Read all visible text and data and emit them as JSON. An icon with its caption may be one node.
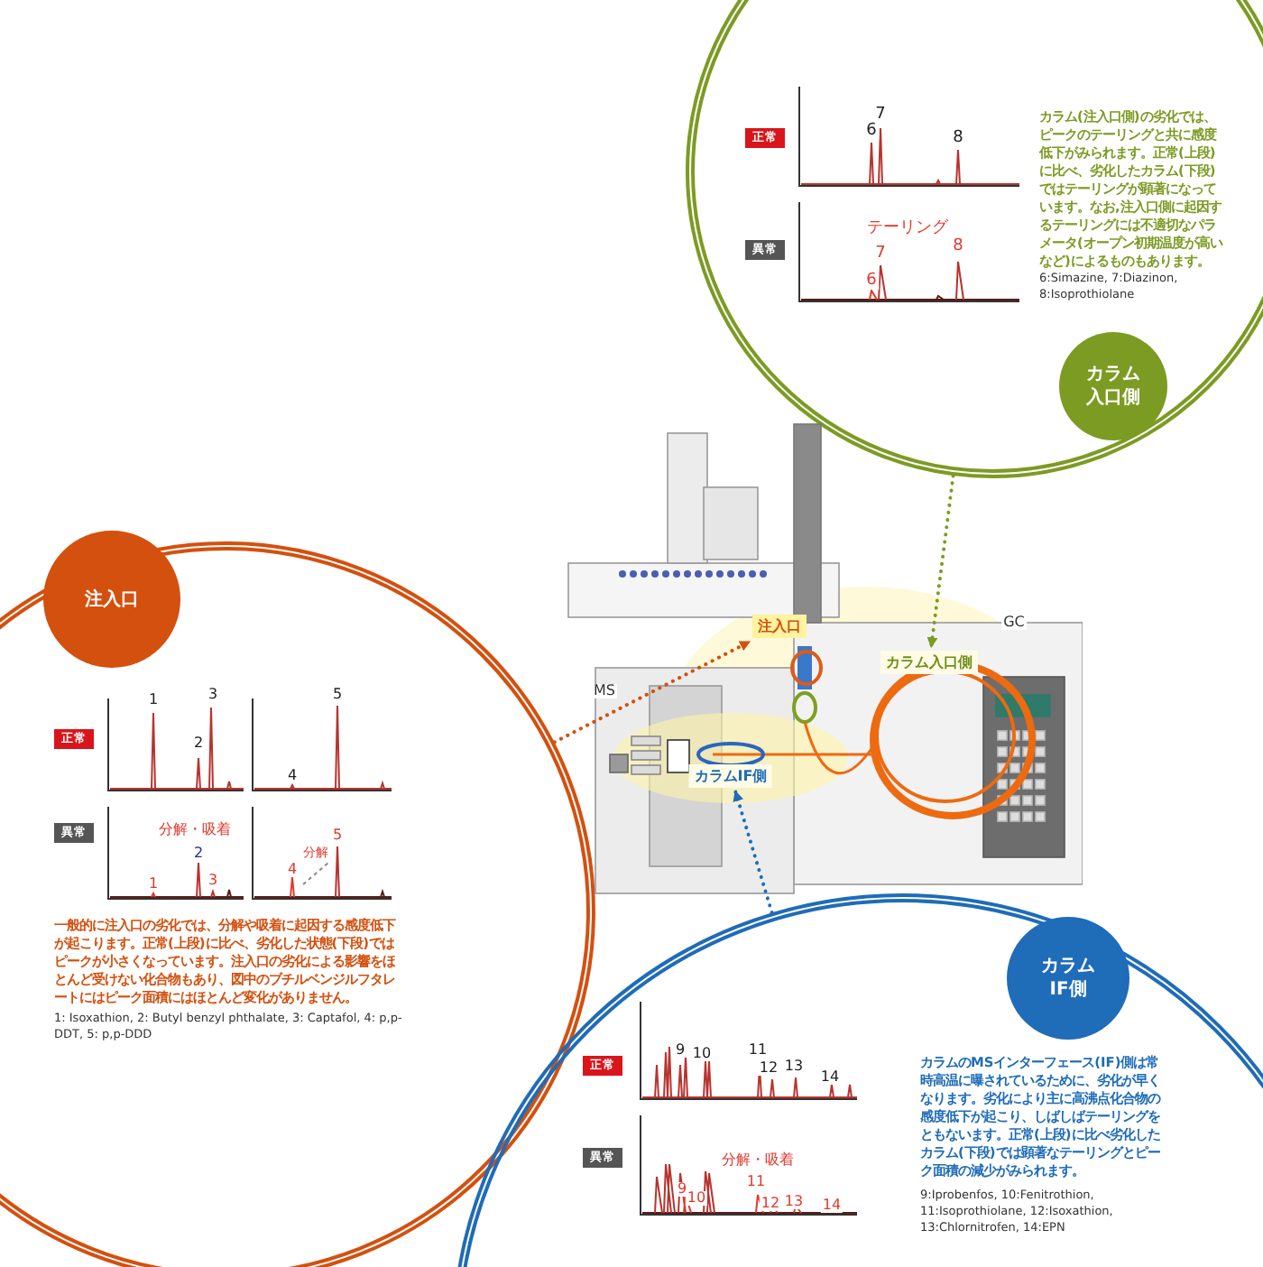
{
  "diagram": {
    "nodes": [
      {
        "text": [
          "カラム(注入口側)の劣化では、ピークのテーリングと共に感度低下がみられます。正常(上段)に比べ、劣化したカラム(下段)ではテーリングが顕著になっています。なお,注入口側に起因するテーリングには不適切なパラメータ(オープン初期温度が高いなど)によるものもあります。",
          "6:Simazine, 7:Diazinon, 8:Isoprothiolane",
          "カラム入口側"
        ]
      },
      {
        "text": [
          "正常"
        ],
        "in": 0
      },
      {
        "text": [
          "異常"
        ],
        "in": 0
      },
      {
        "text": [],
        "shape": "picture"
      },
      {
        "text": [
          "注入口"
        ],
        "in": 3
      },
      {
        "text": [
          "カラム入口側"
        ],
        "in": 3
      },
      {
        "text": [
          "カラムIF側"
        ],
        "in": 3
      },
      {
        "text": [
          "注入口",
          "一般的に注入口の劣化では、分解や吸着に起因する感度低下が起こります。正常(上段)に比べ、劣化した状態(下段)ではピークが小さくなっています。注入口の劣化による影響をほとんど受けない化合物もあり、図中のブチルベンジルフタレートにはピーク面積にはほとんど変化がありません。",
          "1: Isoxathion, 2: Butyl benzyl phthalate, 3: Captafol, 4: p,p-DDT, 5: p,p-DDD"
        ]
      },
      {
        "text": [
          "正常"
        ],
        "in": 7
      },
      {
        "text": [
          "異常"
        ],
        "in": 7
      },
      {
        "text": [
          "カラムIF側",
          "カラムのMSインターフェース(IF)側は常時高温に曝されているために、劣化が早くなります。劣化により主に高沸点化合物の感度低下が起こり、しばしばテーリングをともないます。正常(上段)に比べ劣化したカラム(下段)では顕著なテーリングとピーク面積の減少がみられます。",
          "9:Iprobenfos, 10:Fenitrothion, 11:Isoprothiolane, 12:Isoxathion, 13:Chlornitrofen, 14:EPN"
        ]
      },
      {
        "text": [
          "正常"
        ],
        "in": 10
      },
      {
        "text": [
          "異常"
        ],
        "in": 10
      }
    ],
    "edges": [
      {
        "from": 0,
        "to": 5,
        "arrow": "to",
        "style": "dashed",
        "color": "#7c9b23"
      },
      {
        "from": 7,
        "to": 4,
        "arrow": "to",
        "style": "dashed",
        "color": "#d4500f"
      },
      {
        "from": 10,
        "to": 6,
        "arrow": "to",
        "style": "dashed",
        "color": "#1f6cb8"
      }
    ],
    "labels": [
      "7",
      "6",
      "8",
      "テーリング",
      "7",
      "6",
      "8",
      "GC",
      "MS",
      "1",
      "3",
      "5",
      "2",
      "4",
      "分解・吸着",
      "2",
      "5",
      "分解",
      "1",
      "3",
      "4",
      "9",
      "10",
      "11",
      "12",
      "13",
      "14",
      "分解・吸着",
      "11",
      "9",
      "10",
      "12",
      "13",
      "14"
    ]
  }
}
